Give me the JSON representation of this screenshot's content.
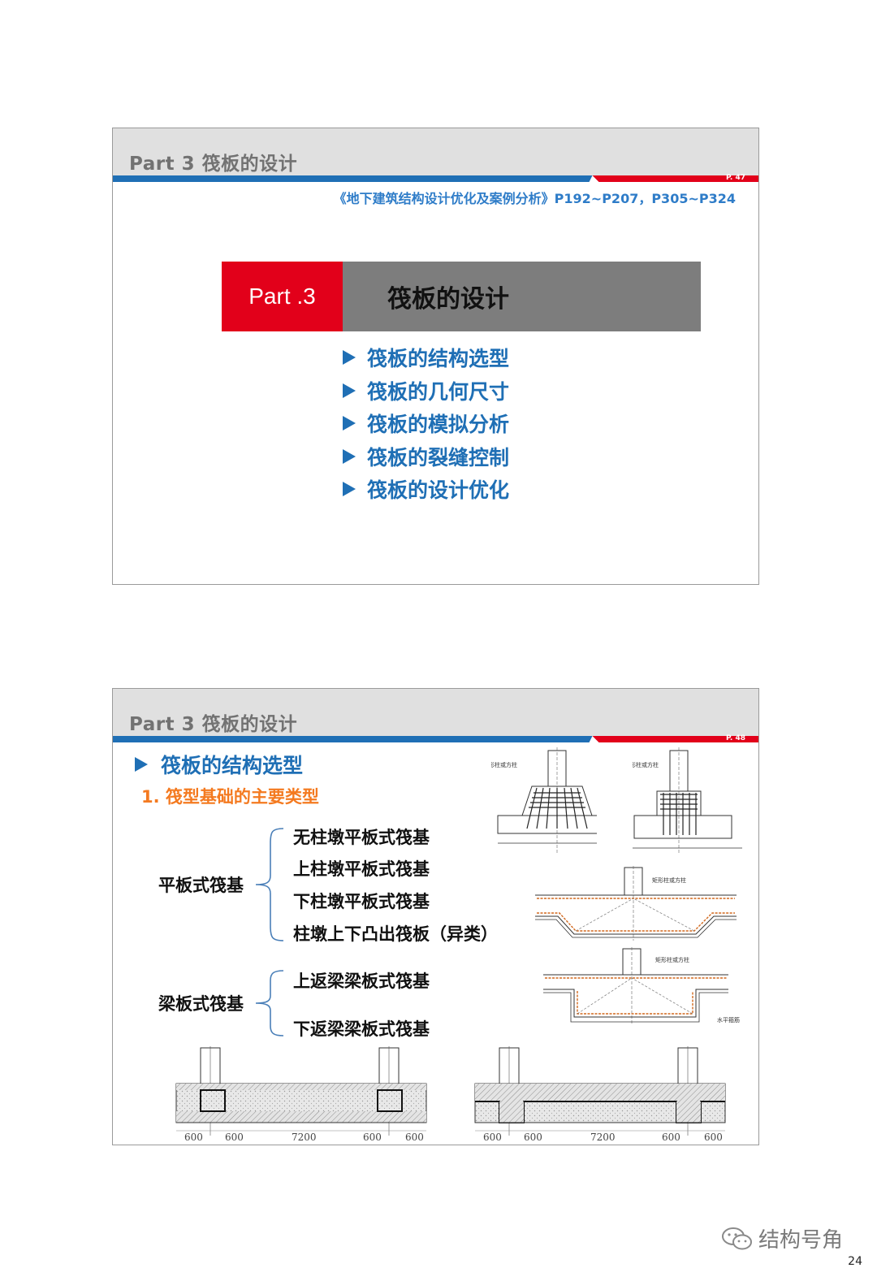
{
  "slide1": {
    "header_title": "Part 3 筏板的设计",
    "page_no": "P. 47",
    "reference": "《地下建筑结构设计优化及案例分析》P192~P207，P305~P324",
    "banner_part": "Part .3",
    "banner_title": "筏板的设计",
    "toc": [
      "筏板的结构选型",
      "筏板的几何尺寸",
      "筏板的模拟分析",
      "筏板的裂缝控制",
      "筏板的设计优化"
    ]
  },
  "slide2": {
    "header_title": "Part 3 筏板的设计",
    "page_no": "P. 48",
    "section_title": "筏板的结构选型",
    "subtitle": "1. 筏型基础的主要类型",
    "flat": {
      "label": "平板式筏基",
      "items": [
        "无柱墩平板式筏基",
        "上柱墩平板式筏基",
        "下柱墩平板式筏基",
        "柱墩上下凸出筏板（异类）"
      ]
    },
    "beam": {
      "label": "梁板式筏基",
      "items": [
        "上返梁梁板式筏基",
        "下返梁梁板式筏基"
      ]
    },
    "drawing_labels": {
      "column": "矩形柱或方柱",
      "horizontal_bar": "水平箍筋"
    },
    "dims_left": [
      "600",
      "600",
      "7200",
      "600",
      "600"
    ],
    "dims_right": [
      "600",
      "600",
      "7200",
      "600",
      "600"
    ]
  },
  "footer": {
    "logo_text": "结构号角",
    "page_number": "24"
  },
  "colors": {
    "blue": "#1f6fb5",
    "red": "#e2001a",
    "orange": "#f47a20",
    "gray_header": "#e0e0e0"
  }
}
